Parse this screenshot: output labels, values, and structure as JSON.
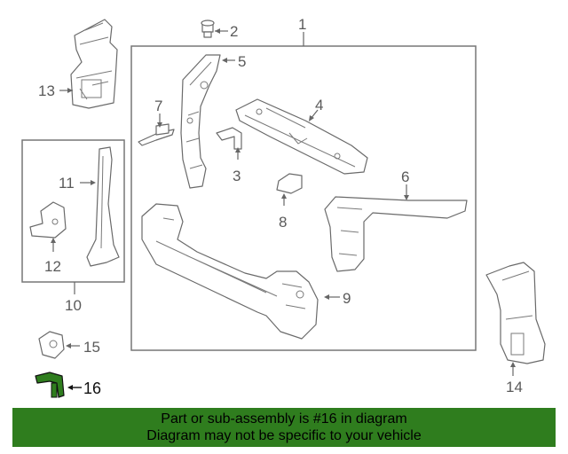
{
  "callouts": {
    "c1": "1",
    "c2": "2",
    "c3": "3",
    "c4": "4",
    "c5": "5",
    "c6": "6",
    "c7": "7",
    "c8": "8",
    "c9": "9",
    "c10": "10",
    "c11": "11",
    "c12": "12",
    "c13": "13",
    "c14": "14",
    "c15": "15",
    "c16": "16"
  },
  "highlight": {
    "part_number": "16",
    "color": "#2f7d1e"
  },
  "banner": {
    "line1": "Part or sub-assembly is #16 in diagram",
    "line2": "Diagram may not be specific to your vehicle",
    "background": "#2f7d1e"
  }
}
